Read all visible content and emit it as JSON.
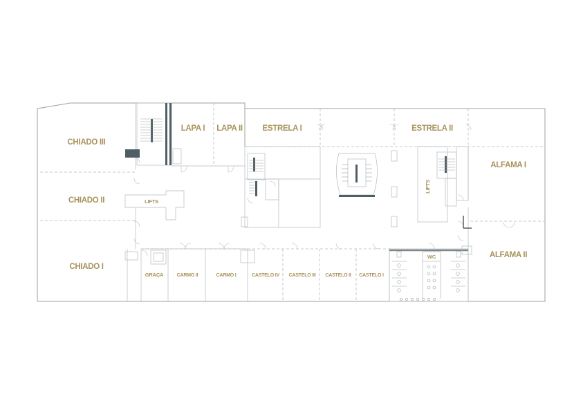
{
  "plan": {
    "accent_color": "#a8935c",
    "wall_color": "#9aa1a3",
    "core_color": "#4f5e64",
    "rooms": [
      {
        "id": "chiado-iii",
        "label": "CHIADO III"
      },
      {
        "id": "chiado-ii",
        "label": "CHIADO II"
      },
      {
        "id": "chiado-i",
        "label": "CHIADO I"
      },
      {
        "id": "lapa-i",
        "label": "LAPA I"
      },
      {
        "id": "lapa-ii",
        "label": "LAPA II"
      },
      {
        "id": "estrela-i",
        "label": "ESTRELA I"
      },
      {
        "id": "estrela-ii",
        "label": "ESTRELA II"
      },
      {
        "id": "alfama-i",
        "label": "ALFAMA I"
      },
      {
        "id": "alfama-ii",
        "label": "ALFAMA II"
      },
      {
        "id": "lifts-west",
        "label": "LIFTS"
      },
      {
        "id": "lifts-east",
        "label": "LIFTS"
      },
      {
        "id": "wc",
        "label": "WC"
      },
      {
        "id": "graca",
        "label": "GRAÇA"
      },
      {
        "id": "carmo-ii",
        "label": "CARMO II"
      },
      {
        "id": "carmo-i",
        "label": "CARMO I"
      },
      {
        "id": "castelo-iv",
        "label": "CASTELO IV"
      },
      {
        "id": "castelo-iii",
        "label": "CASTELO III"
      },
      {
        "id": "castelo-ii",
        "label": "CASTELO II"
      },
      {
        "id": "castelo-i",
        "label": "CASTELO I"
      }
    ]
  }
}
